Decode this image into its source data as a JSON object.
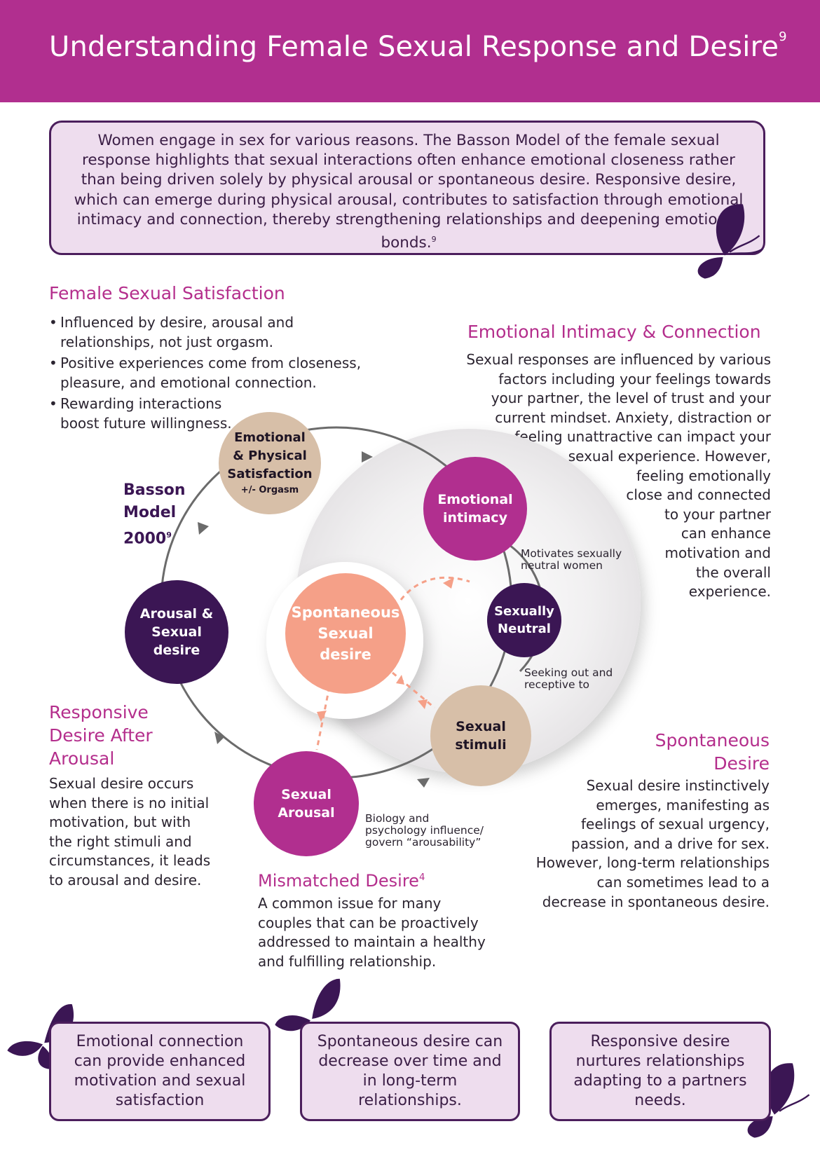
{
  "header": {
    "title": "Understanding Female Sexual Response and Desire",
    "title_ref": "9"
  },
  "intro": {
    "text": "Women engage in sex for various reasons. The Basson Model of the female sexual response highlights that sexual interactions often enhance emotional closeness rather than being driven solely by physical arousal or spontaneous desire. Responsive desire, which can emerge during physical arousal, contributes to satisfaction through emotional intimacy and connection, thereby strengthening relationships and deepening emotional bonds.",
    "ref": "9"
  },
  "satisfaction": {
    "heading": "Female Sexual Satisfaction",
    "bullets": [
      "Influenced by desire, arousal and relationships, not just orgasm.",
      "Positive experiences come from closeness, pleasure, and emotional connection.",
      "Rewarding interactions boost future willingness."
    ]
  },
  "intimacy": {
    "heading": "Emotional Intimacy & Connection",
    "text": "Sexual responses are influenced by various factors including your feelings towards your partner, the level of trust and your current mindset. Anxiety, distraction or feeling unattractive can impact your sexual experience. However, feeling emotionally close and connected to your partner can enhance motivation and the overall experience."
  },
  "model": {
    "line1": "Basson",
    "line2": "Model",
    "line3": "2000",
    "ref": "9"
  },
  "nodes": {
    "satisfaction_l1": "Emotional",
    "satisfaction_l2": "& Physical",
    "satisfaction_l3": "Satisfaction",
    "satisfaction_sub": "+/- Orgasm",
    "intimacy_l1": "Emotional",
    "intimacy_l2": "intimacy",
    "neutral_l1": "Sexually",
    "neutral_l2": "Neutral",
    "spontaneous_l1": "Spontaneous",
    "spontaneous_l2": "Sexual",
    "spontaneous_l3": "desire",
    "stimuli_l1": "Sexual",
    "stimuli_l2": "stimuli",
    "arousal_l1": "Sexual",
    "arousal_l2": "Arousal",
    "desire_l1": "Arousal &",
    "desire_l2": "Sexual",
    "desire_l3": "desire"
  },
  "annotations": {
    "motivates_l1": "Motivates sexually",
    "motivates_l2": "neutral women",
    "seeking_l1": "Seeking out and",
    "seeking_l2": "receptive to",
    "biology_l1": "Biology and",
    "biology_l2": "psychology influence/",
    "biology_l3": "govern “arousability”"
  },
  "responsive": {
    "heading_l1": "Responsive",
    "heading_l2": "Desire After",
    "heading_l3": "Arousal",
    "text": "Sexual desire occurs when there is no initial motivation, but with the right stimuli and circumstances, it leads to arousal and desire."
  },
  "mismatched": {
    "heading": "Mismatched Desire",
    "ref": "4",
    "text": "A common issue for many couples that can be proactively addressed to maintain a healthy and fulfilling relationship."
  },
  "spontaneous": {
    "heading_l1": "Spontaneous",
    "heading_l2": "Desire",
    "text": "Sexual desire instinctively emerges, manifesting as feelings of sexual urgency, passion, and a drive for sex. However, long-term relationships can sometimes lead to a decrease in spontaneous desire."
  },
  "boxes": [
    {
      "text": "Emotional connection can provide enhanced motivation and sexual satisfaction"
    },
    {
      "text": "Spontaneous desire can decrease over time and in long-term relationships."
    },
    {
      "text": "Responsive desire nurtures relationships adapting to a partners needs."
    }
  ],
  "colors": {
    "magenta": "#b12f8f",
    "heading": "#b42e8c",
    "plum": "#3b1654",
    "salmon": "#f5a088",
    "beige": "#d7bfa8",
    "box_fill": "#eeddee"
  }
}
